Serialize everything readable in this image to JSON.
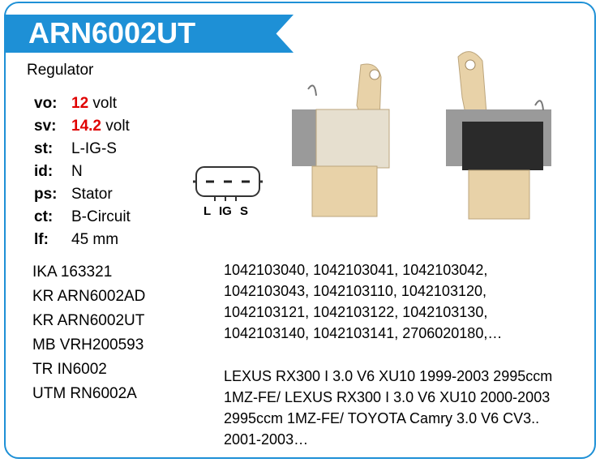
{
  "title": "ARN6002UT",
  "type": "Regulator",
  "specs": [
    {
      "key": "vo:",
      "value": "12",
      "unit": "volt"
    },
    {
      "key": "sv:",
      "value": "14.2",
      "unit": "volt"
    },
    {
      "key": "st:",
      "value": "L-IG-S"
    },
    {
      "key": "id:",
      "value": "N"
    },
    {
      "key": "ps:",
      "value": "Stator"
    },
    {
      "key": "ct:",
      "value": "B-Circuit"
    },
    {
      "key": "lf:",
      "value": "45 mm"
    }
  ],
  "connector": {
    "pins": [
      "L",
      "IG",
      "S"
    ]
  },
  "cross_refs": [
    "IKA 163321",
    "KR ARN6002AD",
    "KR ARN6002UT",
    "MB VRH200593",
    "TR IN6002",
    "UTM RN6002A"
  ],
  "oe_numbers": "1042103040, 1042103041, 1042103042, 1042103043, 1042103110, 1042103120, 1042103121, 1042103122, 1042103130, 1042103140, 1042103141, 2706020180,…",
  "applications": "LEXUS RX300 I 3.0 V6 XU10 1999-2003 2995ccm 1MZ-FE/ LEXUS RX300 I 3.0 V6 XU10 2000-2003 2995ccm 1MZ-FE/ TOYOTA Camry 3.0 V6 CV3.. 2001-2003…",
  "colors": {
    "accent": "#1e90d6",
    "highlight": "#e00000"
  }
}
